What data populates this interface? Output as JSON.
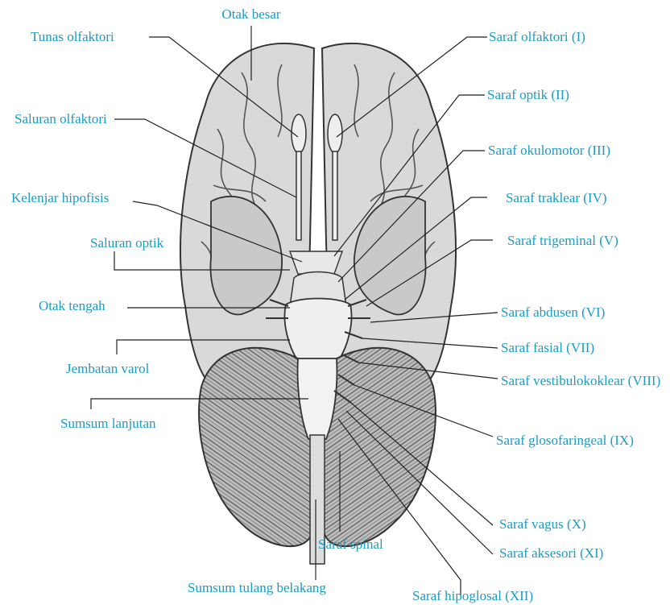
{
  "labels": {
    "otak_besar": "Otak besar",
    "tunas_olfaktori": "Tunas olfaktori",
    "saluran_olfaktori": "Saluran olfaktori",
    "kelenjar_hipofisis": "Kelenjar hipofisis",
    "saluran_optik": "Saluran optik",
    "otak_tengah": "Otak tengah",
    "jembatan_varol": "Jembatan varol",
    "sumsum_lanjutan": "Sumsum lanjutan",
    "sumsum_tulang_belakang": "Sumsum tulang belakang",
    "saraf_spinal": "Saraf spinal",
    "saraf_olfaktori": "Saraf olfaktori (I)",
    "saraf_optik": "Saraf optik (II)",
    "saraf_okulomotor": "Saraf okulomotor (III)",
    "saraf_traklear": "Saraf traklear (IV)",
    "saraf_trigeminal": "Saraf trigeminal (V)",
    "saraf_abdusen": "Saraf abdusen (VI)",
    "saraf_fasial": "Saraf fasial (VII)",
    "saraf_vestibulokoklear": "Saraf vestibulokoklear (VIII)",
    "saraf_glosofaringeal": "Saraf glosofaringeal (IX)",
    "saraf_vagus": "Saraf vagus (X)",
    "saraf_aksesori": "Saraf aksesori (XI)",
    "saraf_hipoglosal": "Saraf hipoglosal (XII)"
  },
  "colors": {
    "label": "#1a9cc4",
    "leader": "#222222",
    "brain_fill": "#dcdcdc",
    "brain_stroke": "#333333"
  }
}
